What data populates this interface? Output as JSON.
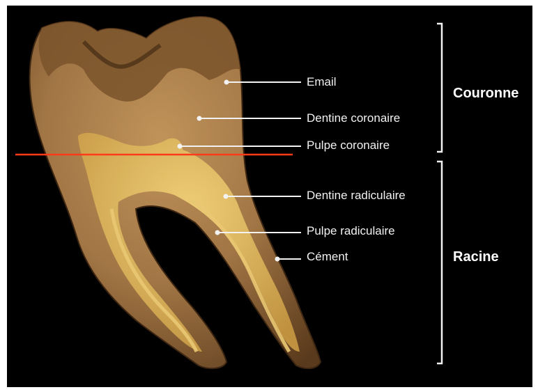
{
  "labels": {
    "email": "Email",
    "dentine_coronaire": "Dentine coronaire",
    "pulpe_coronaire": "Pulpe coronaire",
    "dentine_radiculaire": "Dentine radiculaire",
    "pulpe_radiculaire": "Pulpe radiculaire",
    "cement": "Cément"
  },
  "groups": {
    "crown": "Couronne",
    "root": "Racine"
  },
  "colors": {
    "background": "#000000",
    "cutline": "#ff3b1a",
    "label": "#f2f2f2",
    "enamel": "#8a6236",
    "dentine": "#b0844e",
    "pulp": "#e8c25a"
  }
}
